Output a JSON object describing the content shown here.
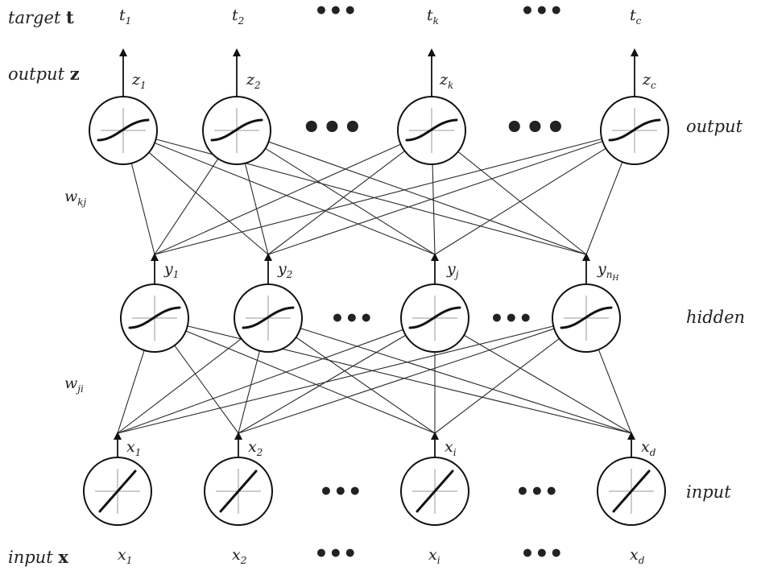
{
  "rows": {
    "target": {
      "prefix": "target ",
      "bold": "t"
    },
    "output": {
      "prefix": "output ",
      "bold": "z"
    },
    "input": {
      "prefix": "input ",
      "bold": "x"
    }
  },
  "layers": {
    "output": "output",
    "hidden": "hidden",
    "input": "input"
  },
  "weights": {
    "kj": {
      "base": "w",
      "sub": "kj"
    },
    "ji": {
      "base": "w",
      "sub": "ji"
    }
  },
  "ellipsis": "•••",
  "targets": [
    {
      "base": "t",
      "sub": "1"
    },
    {
      "base": "t",
      "sub": "2"
    },
    {
      "base": "t",
      "sub": "k"
    },
    {
      "base": "t",
      "sub": "c"
    }
  ],
  "outputs_z": [
    {
      "base": "z",
      "sub": "1"
    },
    {
      "base": "z",
      "sub": "2"
    },
    {
      "base": "z",
      "sub": "k"
    },
    {
      "base": "z",
      "sub": "c"
    }
  ],
  "hidden_y": [
    {
      "base": "y",
      "sub": "1",
      "subsub": ""
    },
    {
      "base": "y",
      "sub": "2",
      "subsub": ""
    },
    {
      "base": "y",
      "sub": "j",
      "subsub": ""
    },
    {
      "base": "y",
      "sub": "n",
      "subsub": "H"
    }
  ],
  "input_x": [
    {
      "base": "x",
      "sub": "1"
    },
    {
      "base": "x",
      "sub": "2"
    },
    {
      "base": "x",
      "sub": "i"
    },
    {
      "base": "x",
      "sub": "d"
    }
  ],
  "input_bottom": [
    {
      "base": "x",
      "sub": "1"
    },
    {
      "base": "x",
      "sub": "2"
    },
    {
      "base": "x",
      "sub": "i"
    },
    {
      "base": "x",
      "sub": "d"
    }
  ]
}
